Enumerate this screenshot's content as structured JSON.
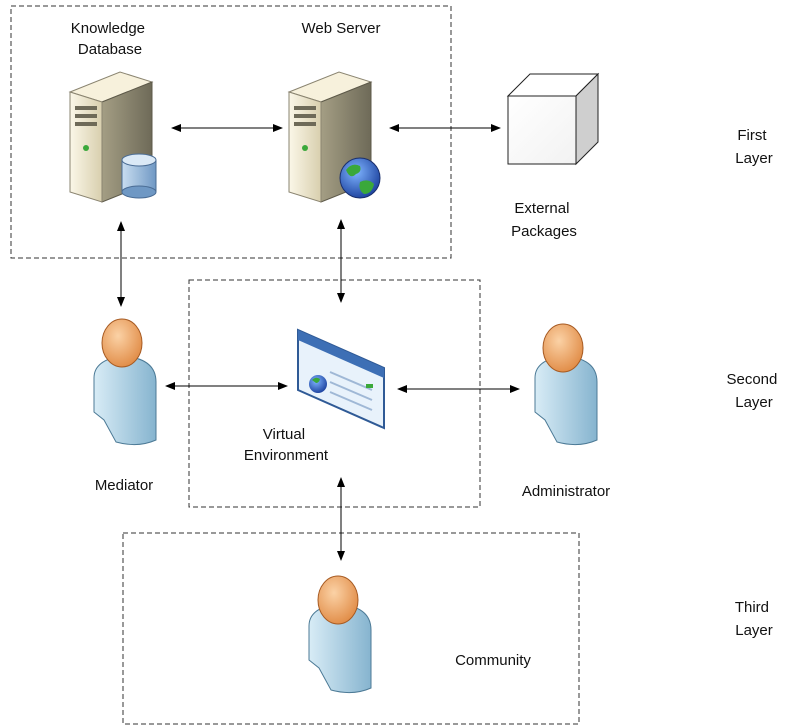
{
  "nodes": {
    "knowledge_database": {
      "label_line1": "Knowledge",
      "label_line2": "Database"
    },
    "web_server": {
      "label": "Web Server"
    },
    "external_packages": {
      "label_line1": "External",
      "label_line2": "Packages"
    },
    "mediator": {
      "label": "Mediator"
    },
    "virtual_environment": {
      "label_line1": "Virtual",
      "label_line2": "Environment"
    },
    "administrator": {
      "label": "Administrator"
    },
    "community": {
      "label": "Community"
    }
  },
  "layers": {
    "first": {
      "line1": "First",
      "line2": "Layer"
    },
    "second": {
      "line1": "Second",
      "line2": "Layer"
    },
    "third": {
      "line1": "Third",
      "line2": "Layer"
    }
  },
  "colors": {
    "server_body": "#e9e2c9",
    "server_dark": "#6e6a58",
    "person_head": "#f0a868",
    "person_body": "#a9cfe3",
    "browser_blue": "#3d6fb5",
    "globe_green": "#3aa83a",
    "database_blue": "#8fb4d8"
  }
}
